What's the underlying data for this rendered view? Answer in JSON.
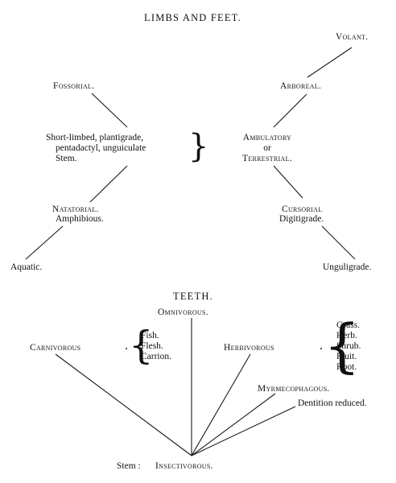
{
  "limbs_section": {
    "heading": "LIMBS AND FEET.",
    "volant": "Volant.",
    "arboreal": "Arboreal.",
    "fossorial": "Fossorial.",
    "stem_line1": "Short-limbed, plantigrade,",
    "stem_line2": "pentadactyl, unguiculate",
    "stem_line3": "Stem.",
    "ambulatory": "Ambulatory",
    "or": "or",
    "terrestrial": "Terrestrial.",
    "natatorial": "Natatorial.",
    "amphibious": "Amphibious.",
    "cursorial": "Cursorial",
    "digitigrade": "Digitigrade.",
    "aquatic": "Aquatic.",
    "unguligrade": "Unguligrade."
  },
  "teeth_section": {
    "heading": "TEETH.",
    "omnivorous": "Omnivorous.",
    "carnivorous": "Carnivorous",
    "carnivore_foods": [
      "Fish.",
      "Flesh.",
      "Carrion."
    ],
    "herbivorous": "Herbivorous",
    "herbivore_foods": [
      "Grass.",
      "Herb.",
      "Shrub.",
      "Fruit.",
      "Root."
    ],
    "myrmecophagous": "Myrmecophagous.",
    "dentition_reduced": "Dentition reduced.",
    "stem_prefix": "Stem :",
    "insectivorous": "Insectivorous."
  }
}
